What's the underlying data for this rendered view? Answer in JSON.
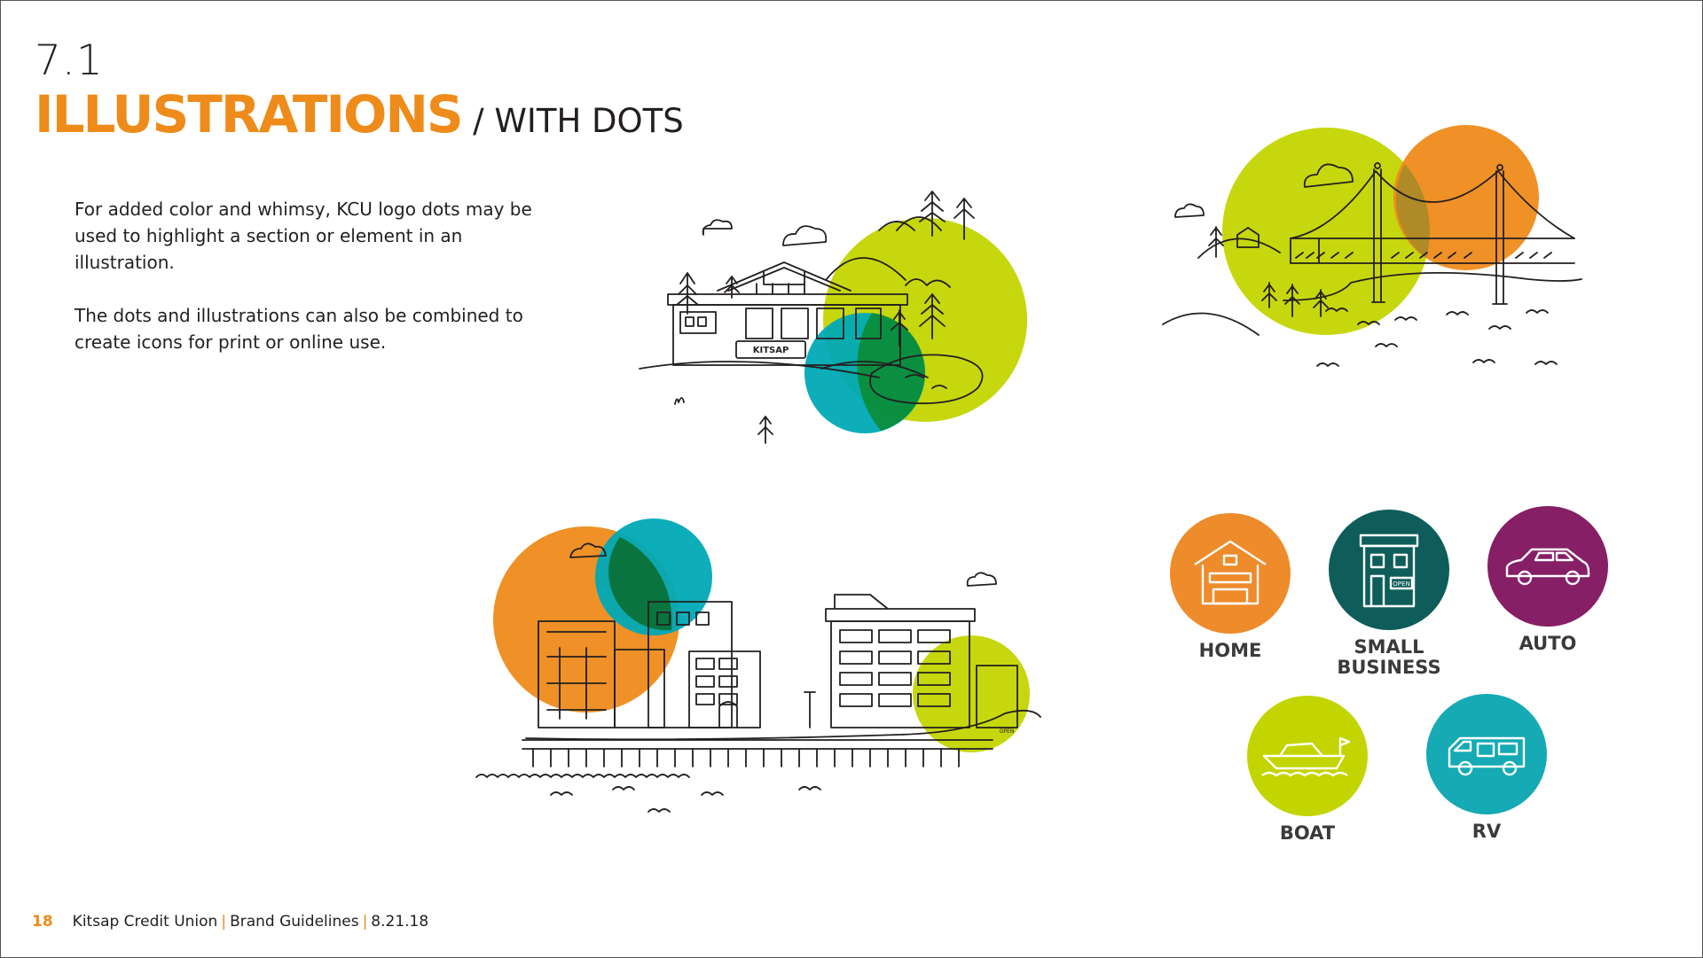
{
  "header": {
    "section_number": "7.1",
    "title": "ILLUSTRATIONS",
    "subtitle": "/ WITH DOTS"
  },
  "body": {
    "paragraph_1": "For added color and whimsy, KCU logo dots may be used to highlight a section or element in an illustration.",
    "paragraph_2": "The dots and illustrations can also be combined to create icons for print or online use."
  },
  "illustrations": {
    "kitsap_sign": "KITSAP",
    "shop_sign": "OPEN"
  },
  "icons": [
    {
      "label": "HOME",
      "color": "#ee8b2a",
      "icon": "house-icon"
    },
    {
      "label_line1": "SMALL",
      "label_line2": "BUSINESS",
      "color": "#0e5d5a",
      "icon": "storefront-icon",
      "sign": "OPEN"
    },
    {
      "label": "AUTO",
      "color": "#861f66",
      "icon": "car-icon"
    },
    {
      "label": "BOAT",
      "color": "#c3d500",
      "icon": "boat-icon"
    },
    {
      "label": "RV",
      "color": "#15aab4",
      "icon": "rv-icon"
    }
  ],
  "colors": {
    "orange": "#ee8b1a",
    "lime": "#c3d500",
    "teal": "#00a9b6",
    "dark_teal": "#0e5d5a",
    "plum": "#861f66"
  },
  "footer": {
    "page_number": "18",
    "org": "Kitsap Credit Union",
    "doc": "Brand Guidelines",
    "date": "8.21.18"
  }
}
